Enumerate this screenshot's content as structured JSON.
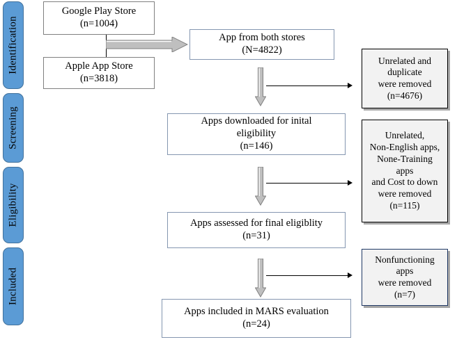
{
  "diagram": {
    "title": "PRISMA app-selection flow diagram",
    "colors": {
      "stage_fill": "#5b9bd5",
      "stage_border": "#41719c",
      "box_border": "#8496b0",
      "exclusion_fill": "#f2f2f2",
      "exclusion_border": "#000000",
      "exclusion_border_last": "#1f3864",
      "block_arrow": "#bfbfbf",
      "line": "#000000"
    },
    "stages": [
      {
        "label": "Identification"
      },
      {
        "label": "Screening"
      },
      {
        "label": "Eligibility"
      },
      {
        "label": "Included"
      }
    ],
    "boxes": {
      "google_play": {
        "line1": "Google Play Store",
        "line2": "(n=1004)"
      },
      "apple_store": {
        "line1": "Apple App Store",
        "line2": "(n=3818)"
      },
      "both_stores": {
        "line1": "App from both stores",
        "line2": "(N=4822)"
      },
      "downloaded": {
        "line1": "Apps downloaded for inital",
        "line2": "eligibility",
        "line3": "(n=146)"
      },
      "assessed": {
        "line1": "Apps assessed for final eligiblity",
        "line2": "(n=31)"
      },
      "included": {
        "line1": "Apps included in MARS evaluation",
        "line2": "(n=24)"
      }
    },
    "exclusions": {
      "excl1": {
        "line1": "Unrelated and",
        "line2": "duplicate",
        "line3": "were removed",
        "line4": "(n=4676)"
      },
      "excl2": {
        "line1": "Unrelated,",
        "line2": "Non-English apps,",
        "line3": "None-Training",
        "line4": "apps",
        "line5": "and Cost to down",
        "line6": "were removed",
        "line7": "(n=115)"
      },
      "excl3": {
        "line1": "Nonfunctioning",
        "line2": "apps",
        "line3": "were removed",
        "line4": "(n=7)"
      }
    },
    "arrows": {
      "merge": "merge-right-block-arrow",
      "flow1": "down-block-arrow",
      "flow2": "down-block-arrow",
      "flow3": "down-block-arrow",
      "excl1": "exclusion-line-arrow",
      "excl2": "exclusion-line-arrow",
      "excl3": "exclusion-line-arrow"
    }
  }
}
